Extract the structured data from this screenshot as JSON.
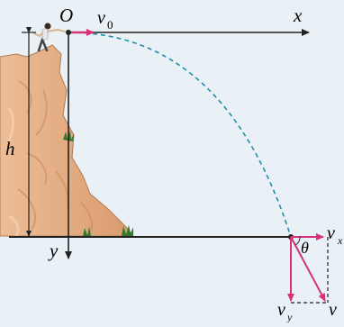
{
  "labels": {
    "origin": "O",
    "x_axis": "x",
    "y_axis": "y",
    "height": "h",
    "v0_base": "v",
    "v0_sub": "0",
    "vx_base": "v",
    "vx_sub": "x",
    "vy_base": "v",
    "vy_sub": "y",
    "v": "v",
    "angle": "θ"
  },
  "colors": {
    "background": "#e9f1f6",
    "cliff": "#e6b088",
    "cliff_shade": "#c98a5e",
    "trajectory": "#1f8fa8",
    "velocity_vector": "#d6337a",
    "axis": "#222222",
    "grass": "#2f7a2f"
  }
}
